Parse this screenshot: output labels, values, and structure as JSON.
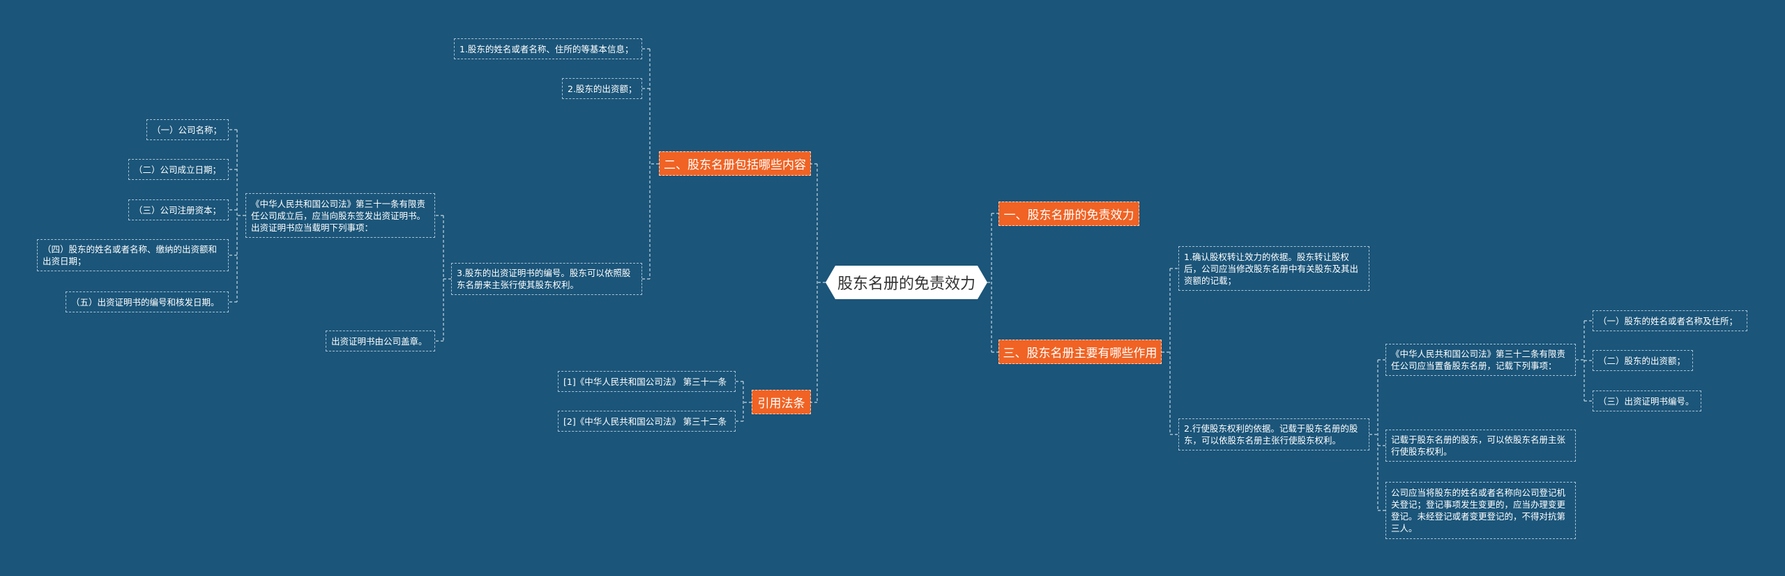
{
  "root": {
    "label": "股东名册的免责效力"
  },
  "branches": {
    "b1": {
      "label": "一、股东名册的免责效力"
    },
    "b2": {
      "label": "二、股东名册包括哪些内容"
    },
    "b3": {
      "label": "三、股东名册主要有哪些作用"
    },
    "b4": {
      "label": "引用法条"
    }
  },
  "b2_items": {
    "item1": "1.股东的姓名或者名称、住所的等基本信息；",
    "item2": "2.股东的出资额；",
    "item3": "3.股东的出资证明书的编号。股东可以依照股东名册来主张行使其股东权利。",
    "item3_law": "《中华人民共和国公司法》第三十一条有限责任公司成立后，应当向股东签发出资证明书。出资证明书应当载明下列事项：",
    "item3_seal": "出资证明书由公司盖章。",
    "law_items": [
      "（一）公司名称；",
      "（二）公司成立日期；",
      "（三）公司注册资本；",
      "（四）股东的姓名或者名称、缴纳的出资额和出资日期；",
      "（五）出资证明书的编号和核发日期。"
    ]
  },
  "b4_items": [
    "[1]《中华人民共和国公司法》 第三十一条",
    "[2]《中华人民共和国公司法》 第三十二条"
  ],
  "b3_items": {
    "item1": "1.确认股权转让效力的依据。股东转让股权后，公司应当修改股东名册中有关股东及其出资额的记载；",
    "item2": "2.行使股东权利的依据。记载于股东名册的股东，可以依股东名册主张行使股东权利。",
    "law": "《中华人民共和国公司法》第三十二条有限责任公司应当置备股东名册，记载下列事项：",
    "law_items": [
      "（一）股东的姓名或者名称及住所；",
      "（二）股东的出资额；",
      "（三）出资证明书编号。"
    ],
    "rule1": "记载于股东名册的股东，可以依股东名册主张行使股东权利。",
    "rule2": "公司应当将股东的姓名或者名称向公司登记机关登记；登记事项发生变更的，应当办理变更登记。未经登记或者变更登记的，不得对抗第三人。"
  },
  "colors": {
    "background": "#1b5579",
    "branch": "#f06324",
    "root": "#ffffff",
    "line": "#c4d6e3"
  }
}
